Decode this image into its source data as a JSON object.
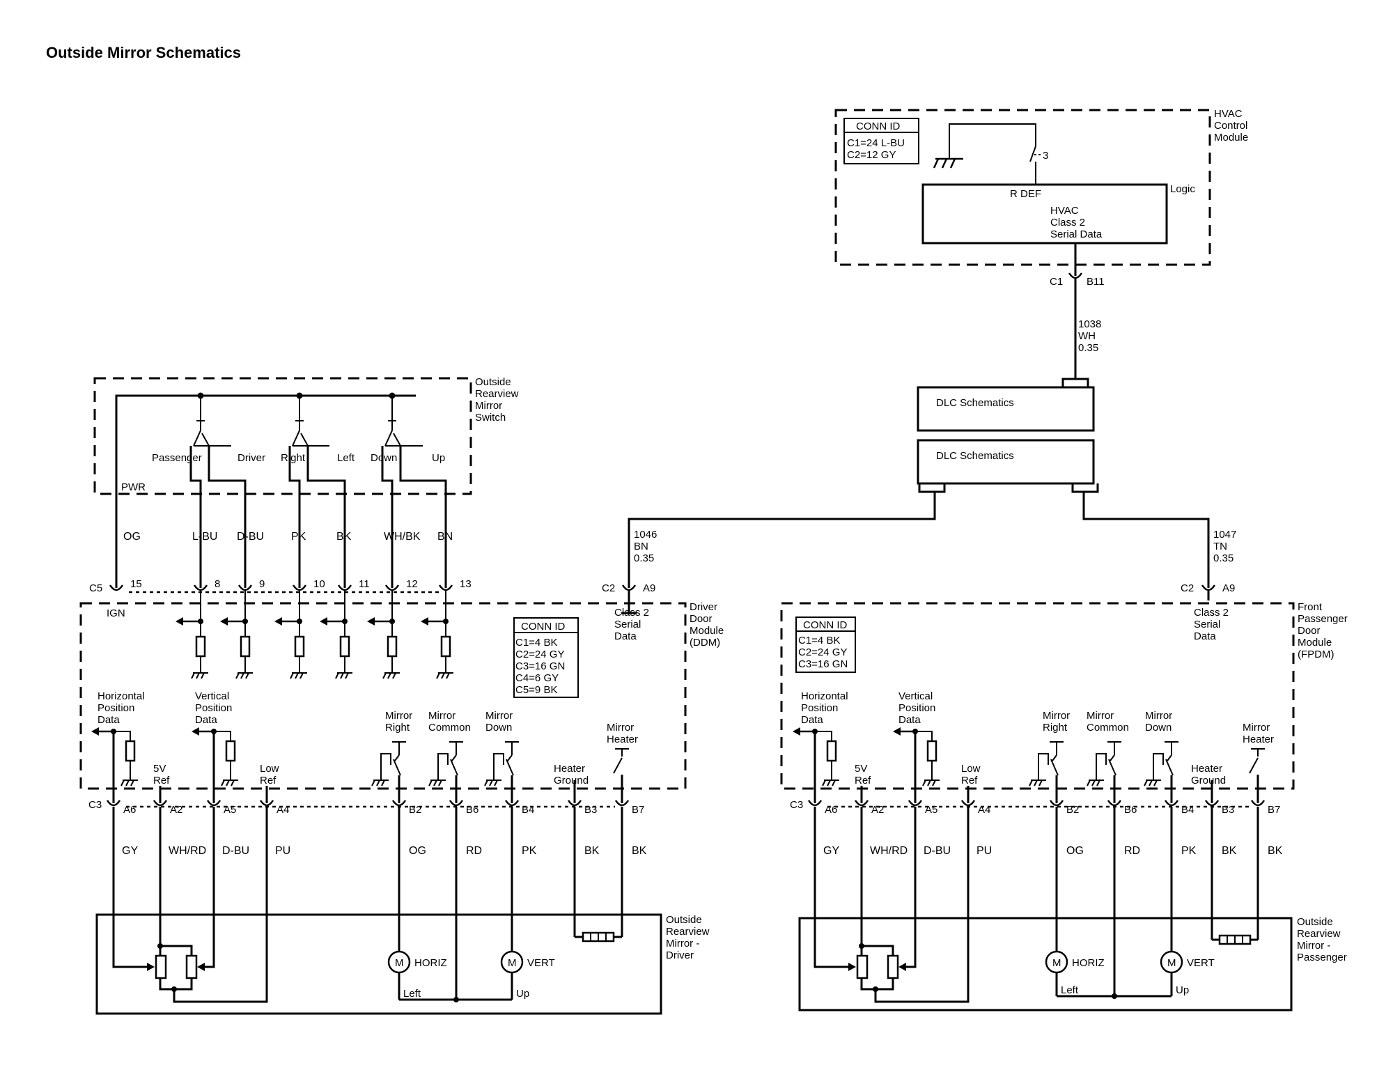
{
  "title": "Outside Mirror Schematics",
  "hvac": {
    "module": [
      "HVAC",
      "Control",
      "Module"
    ],
    "conn_id": "CONN ID",
    "conn_lines": [
      "C1=24 L-BU",
      "C2=12 GY"
    ],
    "switch_pin": "3",
    "logic": "Logic",
    "rdef": "R DEF",
    "serial": [
      "HVAC",
      "Class 2",
      "Serial Data"
    ],
    "conn": "C1",
    "pin": "B11",
    "wire": [
      "1038",
      "WH",
      "0.35"
    ]
  },
  "dlc": [
    "DLC Schematics",
    "DLC Schematics"
  ],
  "wire_ddm": [
    "1046",
    "BN",
    "0.35"
  ],
  "wire_fpdm": [
    "1047",
    "TN",
    "0.35"
  ],
  "switch": {
    "name": [
      "Outside",
      "Rearview",
      "Mirror",
      "Switch"
    ],
    "pwr": "PWR",
    "positions": [
      "Passenger",
      "Driver",
      "Right",
      "Left",
      "Down",
      "Up"
    ],
    "wires": [
      "OG",
      "L-BU",
      "D-BU",
      "PK",
      "BK",
      "WH/BK",
      "BN"
    ],
    "conn": "C5",
    "pins": [
      "15",
      "8",
      "9",
      "10",
      "11",
      "12",
      "13"
    ],
    "ign": "IGN"
  },
  "ddm": {
    "name": [
      "Driver",
      "Door",
      "Module",
      "(DDM)"
    ],
    "conn_id": "CONN ID",
    "conn_lines": [
      "C1=4 BK",
      "C2=24 GY",
      "C3=16 GN",
      "C4=6 GY",
      "C5=9 BK"
    ],
    "c2": "C2",
    "c2_pin": "A9",
    "serial": [
      "Class 2",
      "Serial",
      "Data"
    ],
    "hpos": [
      "Horizontal",
      "Position",
      "Data"
    ],
    "vpos": [
      "Vertical",
      "Position",
      "Data"
    ],
    "ref5v": [
      "5V",
      "Ref"
    ],
    "lowref": [
      "Low",
      "Ref"
    ],
    "mright": [
      "Mirror",
      "Right"
    ],
    "mcommon": [
      "Mirror",
      "Common"
    ],
    "mdown": [
      "Mirror",
      "Down"
    ],
    "mheater": [
      "Mirror",
      "Heater"
    ],
    "hground": [
      "Heater",
      "Ground"
    ],
    "c3": "C3",
    "pins": [
      "A6",
      "A2",
      "A5",
      "A4",
      "B2",
      "B6",
      "B4",
      "B3",
      "B7"
    ],
    "wires": [
      "GY",
      "WH/RD",
      "D-BU",
      "PU",
      "OG",
      "RD",
      "PK",
      "BK",
      "BK"
    ]
  },
  "fpdm": {
    "name": [
      "Front",
      "Passenger",
      "Door",
      "Module",
      "(FPDM)"
    ],
    "conn_id": "CONN ID",
    "conn_lines": [
      "C1=4 BK",
      "C2=24 GY",
      "C3=16 GN"
    ],
    "c2": "C2",
    "c2_pin": "A9",
    "serial": [
      "Class 2",
      "Serial",
      "Data"
    ],
    "hpos": [
      "Horizontal",
      "Position",
      "Data"
    ],
    "vpos": [
      "Vertical",
      "Position",
      "Data"
    ],
    "ref5v": [
      "5V",
      "Ref"
    ],
    "lowref": [
      "Low",
      "Ref"
    ],
    "mright": [
      "Mirror",
      "Right"
    ],
    "mcommon": [
      "Mirror",
      "Common"
    ],
    "mdown": [
      "Mirror",
      "Down"
    ],
    "mheater": [
      "Mirror",
      "Heater"
    ],
    "hground": [
      "Heater",
      "Ground"
    ],
    "c3": "C3",
    "pins": [
      "A6",
      "A2",
      "A5",
      "A4",
      "B2",
      "B6",
      "B4",
      "B3",
      "B7"
    ],
    "wires": [
      "GY",
      "WH/RD",
      "D-BU",
      "PU",
      "OG",
      "RD",
      "PK",
      "BK",
      "BK"
    ]
  },
  "mirror_driver": {
    "name": [
      "Outside",
      "Rearview",
      "Mirror -",
      "Driver"
    ],
    "motor": "M",
    "horiz": "HORIZ",
    "vert": "VERT",
    "left": "Left",
    "up": "Up"
  },
  "mirror_passenger": {
    "name": [
      "Outside",
      "Rearview",
      "Mirror -",
      "Passenger"
    ],
    "motor": "M",
    "horiz": "HORIZ",
    "vert": "VERT",
    "left": "Left",
    "up": "Up"
  }
}
